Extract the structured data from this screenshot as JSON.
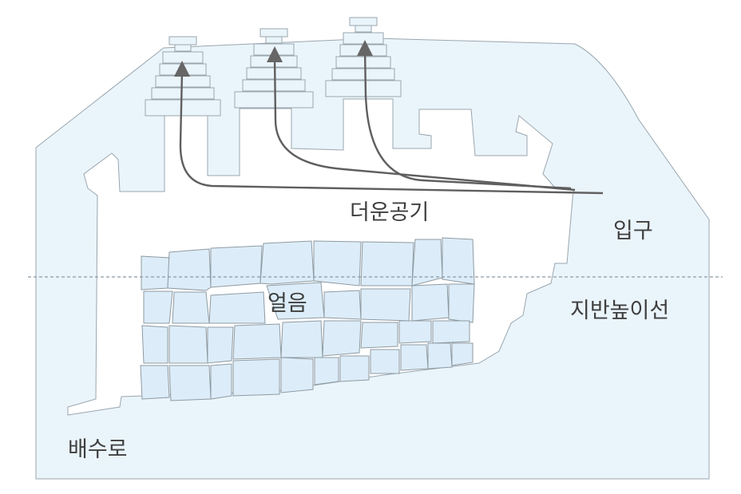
{
  "labels": {
    "warm_air": "더운공기",
    "entrance": "입구",
    "ice": "얼음",
    "ground_level": "지반높이선",
    "drain": "배수로"
  },
  "colors": {
    "ground_fill": "#eaf4fb",
    "ice_fill": "#dcedf9",
    "outline": "#9aa6ae",
    "arrow": "#5f5f5f",
    "text": "#3f3f3f"
  }
}
